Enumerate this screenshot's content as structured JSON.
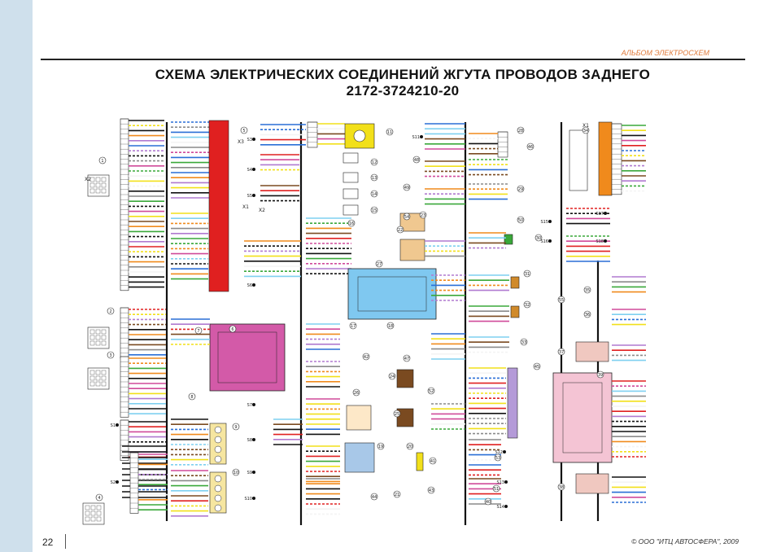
{
  "header": {
    "album_label": "АЛЬБОМ ЭЛЕКТРОСХЕМ",
    "title_line1": "СХЕМА ЭЛЕКТРИЧЕСКИХ СОЕДИНЕНИЙ ЖГУТА ПРОВОДОВ ЗАДНЕГО",
    "title_line2": "2172-3724210-20"
  },
  "footer": {
    "page_number": "22",
    "copyright": "©   ООО \"ИТЦ АВТОСФЕРА\", 2009"
  },
  "diagram": {
    "connector_labels": [
      "X3",
      "X1",
      "X2",
      "X1",
      "X2"
    ],
    "component_numbers": [
      "1",
      "2",
      "3",
      "4",
      "5",
      "6",
      "7",
      "8",
      "9",
      "10",
      "11",
      "12",
      "13",
      "14",
      "15",
      "16",
      "17",
      "18",
      "19",
      "20",
      "21",
      "22",
      "23",
      "24",
      "25",
      "26",
      "27",
      "28",
      "29",
      "30",
      "31",
      "32",
      "33",
      "34",
      "35",
      "36",
      "37",
      "38",
      "39",
      "40",
      "41",
      "42",
      "43",
      "44",
      "45",
      "46",
      "47",
      "48",
      "49",
      "50",
      "51",
      "52",
      "53",
      "54",
      "55"
    ],
    "ground_points": [
      "S1",
      "S2",
      "S3",
      "S4",
      "S5",
      "S6",
      "S7",
      "S8",
      "S9",
      "S10",
      "S11",
      "S12",
      "S13",
      "S14",
      "S15",
      "S16",
      "S17",
      "S18"
    ],
    "colors": {
      "red": "#e02020",
      "orange": "#f08a1c",
      "yellow": "#f2e01a",
      "green": "#3aa83a",
      "blue": "#2a6fd6",
      "brown": "#7a4a20",
      "black": "#111111",
      "pink": "#d04a9a",
      "violet": "#b07ad0",
      "gray": "#8a8a8a",
      "white": "#f4f4f4",
      "light_blue": "#7fd0f0"
    }
  }
}
